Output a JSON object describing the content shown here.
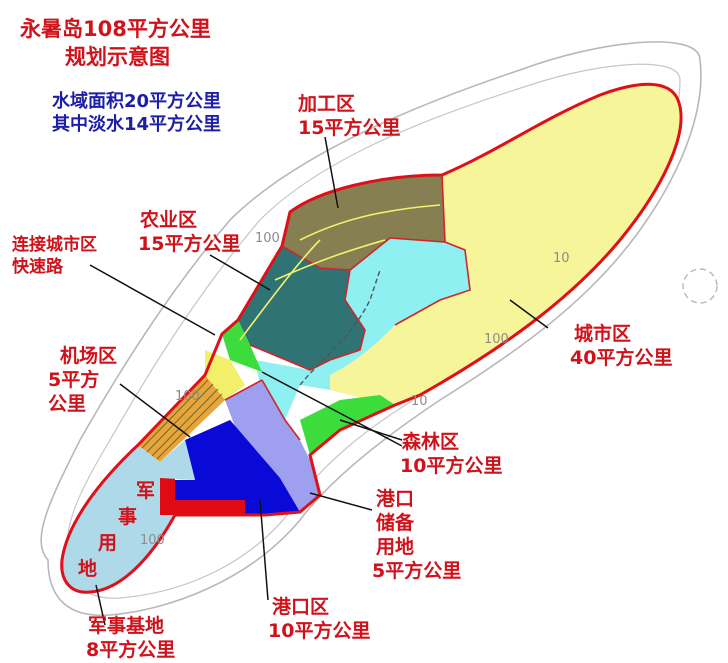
{
  "title": {
    "line1": "永暑岛108平方公里",
    "line2": "规划示意图"
  },
  "water_note": {
    "line1": "水域面积20平方公里",
    "line2": "其中淡水14平方公里"
  },
  "zones": {
    "industrial": {
      "name": "加工区",
      "area": "15平方公里",
      "color": "#857f52"
    },
    "agriculture": {
      "name": "农业区",
      "area": "15平方公里",
      "color": "#2f7374"
    },
    "expressway": {
      "name": "连接城市区",
      "name2": "快速路",
      "color": "#f2f06a"
    },
    "airport": {
      "name": "机场区",
      "area": "5平方",
      "area2": "公里",
      "color": "#e8a53c"
    },
    "military": {
      "name": "军事基地",
      "area": "8平方公里",
      "vertical": [
        "军",
        "事",
        "用",
        "地"
      ],
      "color": "#aed9e8"
    },
    "port": {
      "name": "港口区",
      "area": "10平方公里",
      "color": "#0a0ad8"
    },
    "port_storage": {
      "name_lines": [
        "港口",
        "储备",
        "用地"
      ],
      "area": "5平方公里",
      "color": "#9f9ff0"
    },
    "forest": {
      "name": "森林区",
      "area": "10平方公里",
      "color": "#3cdc3c"
    },
    "city": {
      "name": "城市区",
      "area": "40平方公里",
      "color": "#f6f59a"
    },
    "water": {
      "color": "#8ef0f0"
    }
  },
  "depth_contours": [
    "100",
    "100",
    "100",
    "100",
    "10",
    "10"
  ],
  "colors": {
    "label": "#d0121b",
    "note": "#1c1ea6",
    "boundary": "#e0101a",
    "contour": "#b8b8b8"
  }
}
